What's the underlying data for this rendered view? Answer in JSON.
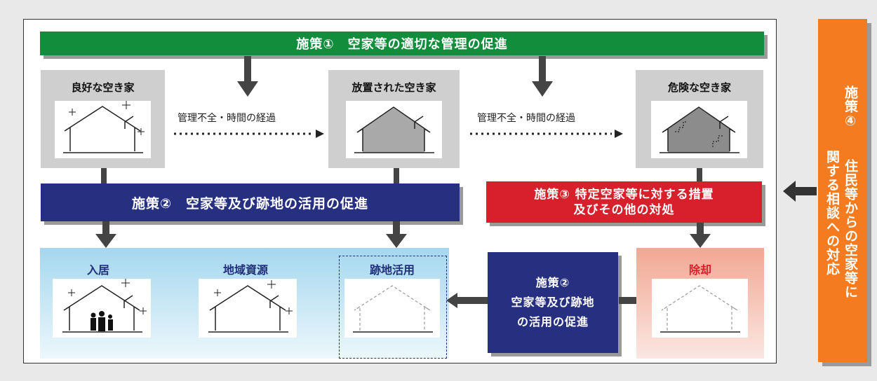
{
  "measure1": "施策①　空家等の適切な管理の促進",
  "measure2": "施策②　空家等及び跡地の活用の促進",
  "measure3_line1": "施策③ 特定空家等に対する措置",
  "measure3_line2": "及びその他の対処",
  "measure2b_line1": "施策②",
  "measure2b_line2": "空家等及び跡地",
  "measure2b_line3": "の活用の促進",
  "measure4_title": "施策④",
  "measure4_line1": "住民等からの空家等に",
  "measure4_line2": "関する相談への対応",
  "cards": {
    "good": "良好な空き家",
    "neglected": "放置された空き家",
    "dangerous": "危険な空き家"
  },
  "transition_label": "管理不全・時間の経過",
  "outcomes": {
    "moving_in": "入居",
    "local_resource": "地域資源",
    "site_use": "跡地活用",
    "demolition": "除却"
  },
  "colors": {
    "green": "#118d3b",
    "navy": "#273080",
    "red": "#d7202b",
    "orange": "#f47b20"
  }
}
